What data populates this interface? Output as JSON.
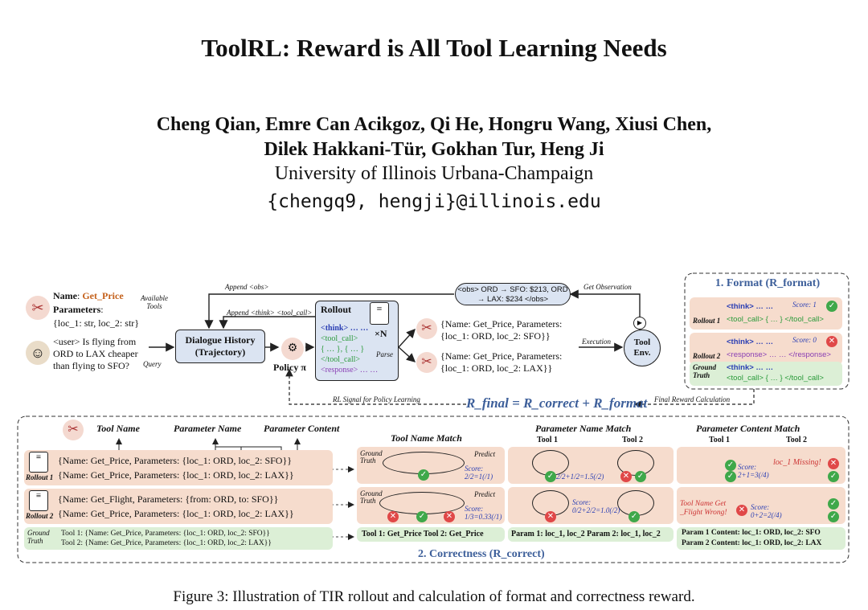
{
  "paper": {
    "title": "ToolRL: Reward is All Tool Learning Needs",
    "authors_line1": "Cheng Qian, Emre Can Acikgoz, Qi He, Hongru Wang, Xiusi Chen,",
    "authors_line2": "Dilek Hakkani-Tür, Gokhan Tur, Heng Ji",
    "affiliation": "University of Illinois Urbana-Champaign",
    "email": "{chengq9, hengji}@illinois.edu",
    "caption": "Figure 3: Illustration of TIR rollout and calculation of format and correctness reward."
  },
  "figure": {
    "tool_name_label": "Name",
    "tool_name_value": "Get_Price",
    "params_label": "Parameters",
    "params_value": "{loc_1: str, loc_2: str}",
    "available_tools": "Available Tools",
    "user_query": "<user> Is flying from ORD to LAX cheaper than flying to SFO?",
    "query_label": "Query",
    "append_obs": "Append <obs>",
    "append_think": "Append <think> <tool_call>",
    "dialogue_history": "Dialogue History (Trajectory)",
    "policy": "Policy π",
    "rollout": "Rollout",
    "rollout_think": "<think> … …",
    "rollout_toolcall_open": "<tool_call>",
    "rollout_toolcall_body": "{ … }, { … }",
    "rollout_toolcall_close": "</tool_call>",
    "rollout_response": "<response> … …",
    "times_n": "×N",
    "parse": "Parse",
    "obs_box": "<obs> ORD → SFO: $213, ORD → LAX: $234 </obs>",
    "get_observation": "Get Observation",
    "call1": "{Name: Get_Price, Parameters: {loc_1: ORD, loc_2: SFO}}",
    "call2": "{Name: Get_Price, Parameters: {loc_1: ORD, loc_2: LAX}}",
    "execution": "Execution",
    "tool_env": "Tool Env.",
    "rl_signal": "RL Signal for Policy Learning",
    "r_final": "R_final = R_correct + R_format",
    "final_reward": "Final Reward Calculation",
    "format_title": "1. Format (R_format)",
    "format_rows": [
      {
        "label": "Rollout 1",
        "line1": "<think> … …",
        "line2": "<tool_call> { … } </tool_call>",
        "score": "Score: 1",
        "ok": true
      },
      {
        "label": "Rollout 2",
        "line1": "<think> … …",
        "line2": "<response> … … </response>",
        "score": "Score: 0",
        "ok": false
      },
      {
        "label": "Ground Truth",
        "line1": "<think> … …",
        "line2": "<tool_call> { … } </tool_call>",
        "score": "",
        "ok": null
      }
    ],
    "col_tool_name": "Tool Name",
    "col_param_name": "Parameter Name",
    "col_param_content": "Parameter Content",
    "r1_line1": "{Name: Get_Price, Parameters: {loc_1: ORD, loc_2: SFO}}",
    "r1_line2": "{Name: Get_Price, Parameters: {loc_1: ORD, loc_2: LAX}}",
    "r2_line1": "{Name: Get_Flight, Parameters: {from: ORD, to: SFO}}",
    "r2_line2": "{Name: Get_Price, Parameters: {loc_1: ORD, loc_2: LAX}}",
    "rollout1_label": "Rollout 1",
    "rollout2_label": "Rollout 2",
    "gt_label": "Ground Truth",
    "gt_line1": "Tool 1: {Name: Get_Price, Parameters: {loc_1: ORD, loc_2: SFO}}",
    "gt_line2": "Tool 2: {Name: Get_Price, Parameters: {loc_1: ORD, loc_2: LAX}}",
    "tnm_title": "Tool Name Match",
    "tnm_r1_score": "Score: 2/2=1(/1)",
    "tnm_r2_score": "Score: 1/3=0.33(/1)",
    "tnm_gt": "Tool 1: Get_Price   Tool 2: Get_Price",
    "pnm_title": "Parameter Name Match",
    "pnm_tool1": "Tool 1",
    "pnm_tool2": "Tool 2",
    "pnm_r1_score": "2/2+1/2=1.5(/2)",
    "pnm_r2_score": "Score: 0/2+2/2=1.0(/2)",
    "pnm_gt": "Param 1: loc_1, loc_2   Param 2: loc_1, loc_2",
    "pcm_title": "Parameter Content Match",
    "pcm_r1_score": "Score: 2+1=3(/4)",
    "pcm_r2_score": "Score: 0+2=2(/4)",
    "pcm_missing": "loc_1 Missing!",
    "pcm_wrong": "Tool Name Get _Flight Wrong!",
    "pcm_gt1": "Param 1 Content: loc_1: ORD, loc_2: SFO",
    "pcm_gt2": "Param 2 Content: loc_1: ORD, loc_2: LAX",
    "correctness_title": "2. Correctness (R_correct)",
    "ground_truth": "Ground Truth",
    "predict": "Predict"
  }
}
